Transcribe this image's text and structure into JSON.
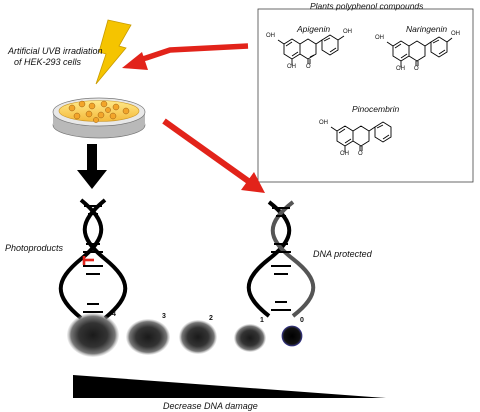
{
  "irradiation_label": [
    "Artificial UVB irradiation",
    "of HEK-293 cells"
  ],
  "compounds_box": {
    "title": "Plants polyphenol compounds",
    "compounds": [
      "Apigenin",
      "Naringenin",
      "Pinocembrin"
    ],
    "atoms": {
      "oh": "OH",
      "o": "O"
    }
  },
  "left_helix_label": "Photoproducts",
  "right_helix_label": "DNA protected",
  "comet_grades": [
    "4",
    "3",
    "2",
    "1",
    "0"
  ],
  "gradient_label": "Decrease DNA damage",
  "colors": {
    "arrow_red": "#e2231a",
    "arrow_black": "#000000",
    "bolt": "#f5c400",
    "dish": "#f6c542",
    "lesion": "#e2231a"
  }
}
